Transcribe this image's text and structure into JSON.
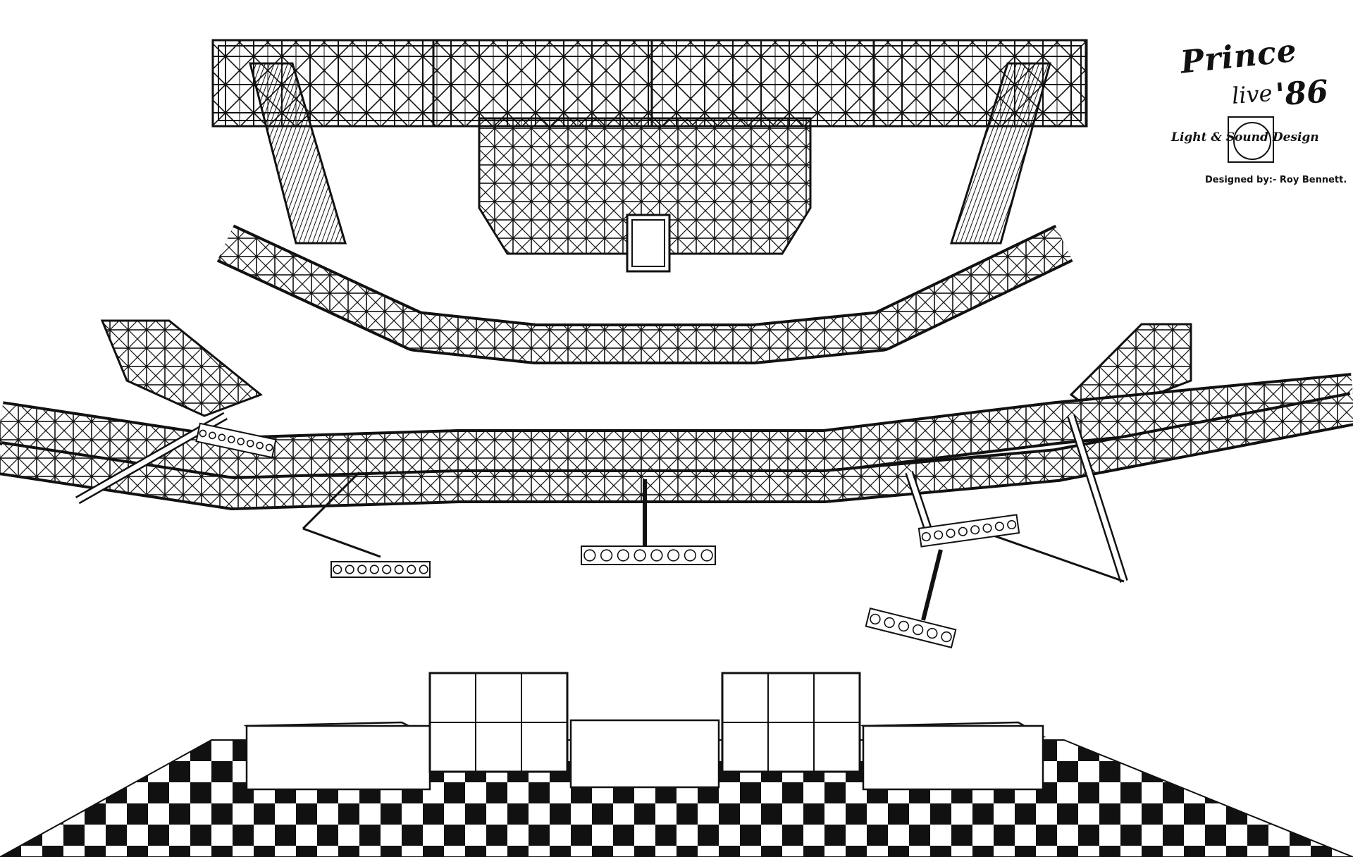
{
  "title_block": {
    "artist": "Prince",
    "tour": "live",
    "year": "'86",
    "company": "Light & Sound Design",
    "designer": "Designed by:- Roy Bennett."
  },
  "drawing": {
    "subject": "stage-lighting-truss-rig",
    "line_color": "#111111",
    "background": "#ffffff",
    "floor_pattern": "checkerboard",
    "light_bars": [
      {
        "name": "light-bar-left",
        "lamps": 8
      },
      {
        "name": "light-bar-center",
        "lamps": 8
      },
      {
        "name": "light-bar-right-high",
        "lamps": 8
      },
      {
        "name": "light-bar-right-low",
        "lamps": 6
      },
      {
        "name": "light-bar-far-left",
        "lamps": 8
      }
    ]
  }
}
